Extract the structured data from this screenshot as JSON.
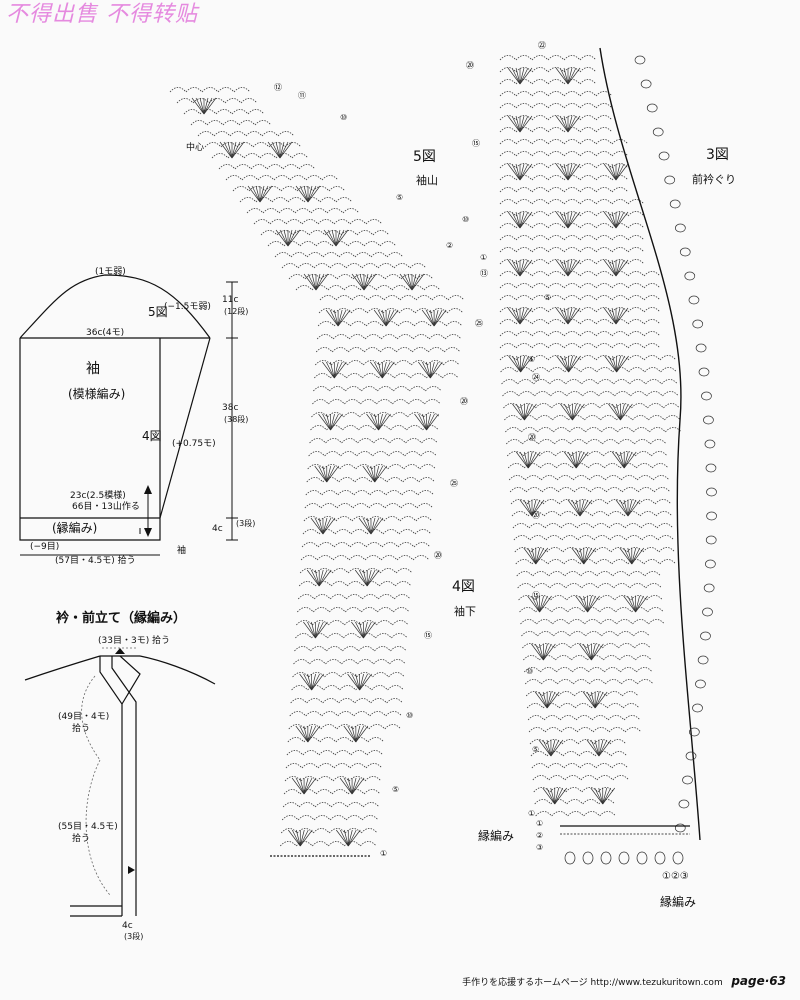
{
  "watermark": "不得出售  不得转贴",
  "fig3": {
    "title": "3図",
    "subtitle": "前衿ぐり"
  },
  "fig4": {
    "title": "4図",
    "subtitle": "袖下"
  },
  "fig5": {
    "title": "5図",
    "subtitle": "袖山"
  },
  "center_label": "中心",
  "sleeve": {
    "top": "(1モ弱)",
    "fig5_ref": "5図",
    "dec": "(−1.5モ弱)",
    "width": "36c(4モ)",
    "name": "袖",
    "pattern": "(模様編み)",
    "fig4_ref": "4図",
    "inc": "(+0.75モ)",
    "rows_note": "23c(2.5模様)",
    "make_note": "66目・13山作る",
    "edge": "(縁編み)",
    "minus": "(−9目)",
    "pickup": "(57目・4.5モ) 拾う",
    "cuff": "袖",
    "h1": "11c",
    "h1b": "(12段)",
    "h2": "38c",
    "h2b": "(38段)",
    "h3": "4c",
    "h3b": "(3段)"
  },
  "collar": {
    "title": "衿・前立て（縁編み）",
    "a": "(33目・3モ) 拾う",
    "b": "(49目・4モ)",
    "b2": "拾う",
    "c": "(55目・4.5モ)",
    "c2": "拾う",
    "d": "4c",
    "d2": "(3段)"
  },
  "row_marks": {
    "m1": "①",
    "m2": "②",
    "m3": "③",
    "m5": "⑤",
    "m10": "⑩",
    "m11": "⑪",
    "m12": "⑫",
    "m13": "⑬",
    "m15": "⑮",
    "m20": "⑳",
    "m22": "㉒",
    "m24": "㉔",
    "m25": "㉕"
  },
  "edge_label": "縁編み",
  "edge_label2": "縁編み",
  "edge_rows": "①②③",
  "footer": {
    "text": "手作りを応援するホームページ http://www.tezukuritown.com",
    "page": "page·63"
  }
}
